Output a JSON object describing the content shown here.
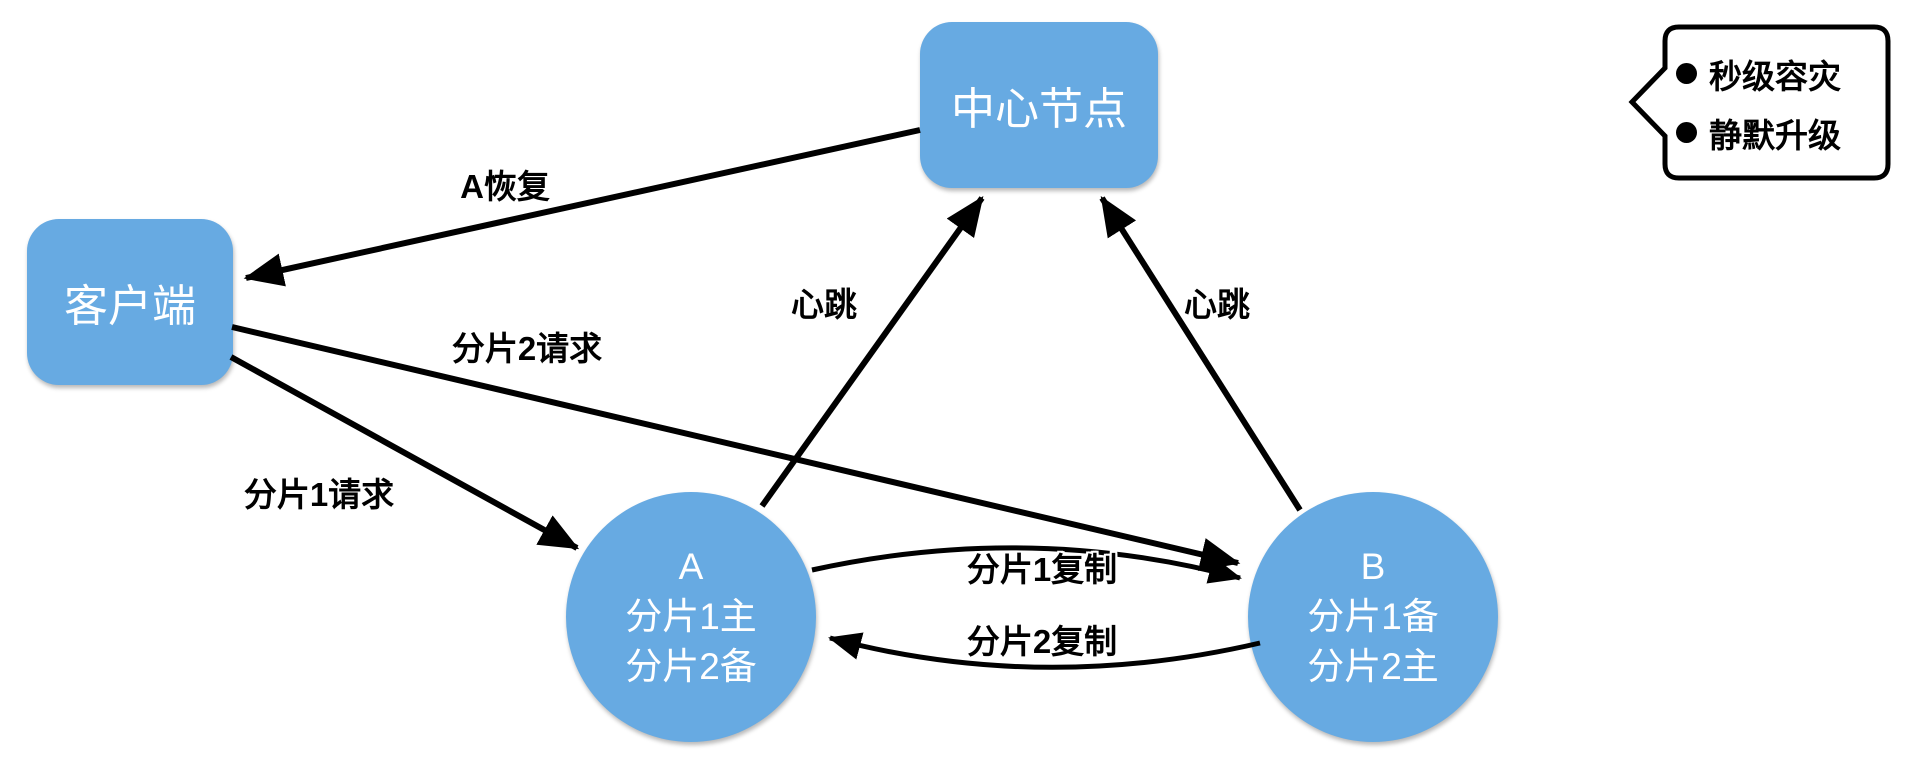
{
  "nodes": {
    "center": {
      "label": "中心节点"
    },
    "client": {
      "label": "客户端"
    },
    "node_a": {
      "name": "A",
      "role_line1": "分片1主",
      "role_line2": "分片2备"
    },
    "node_b": {
      "name": "B",
      "role_line1": "分片1备",
      "role_line2": "分片2主"
    }
  },
  "edge_labels": {
    "a_recover": "A恢复",
    "shard2_request": "分片2请求",
    "shard1_request": "分片1请求",
    "heartbeat_a": "心跳",
    "heartbeat_b": "心跳",
    "shard1_replicate": "分片1复制",
    "shard2_replicate": "分片2复制"
  },
  "callout": {
    "items": [
      "秒级容灾",
      "静默升级"
    ]
  },
  "colors": {
    "node_fill": "#67aae2",
    "node_text": "#ffffff",
    "arrow": "#000000",
    "callout_border": "#000000",
    "callout_bg": "#ffffff"
  }
}
